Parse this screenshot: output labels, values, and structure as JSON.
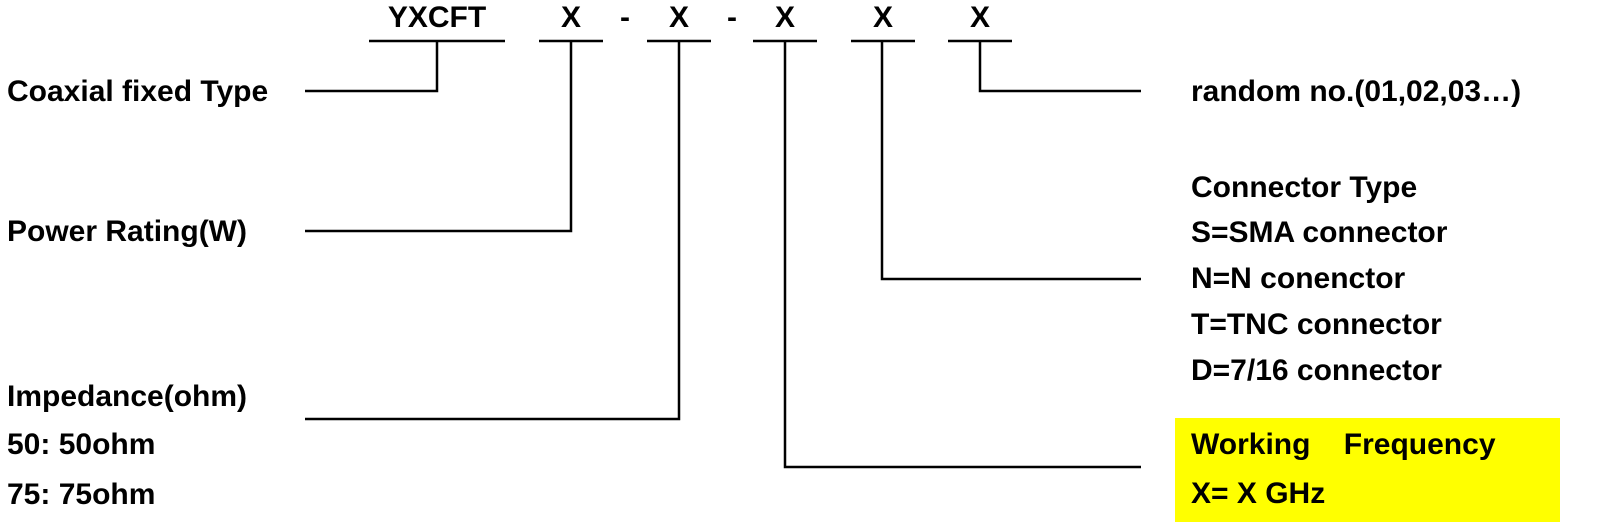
{
  "code": {
    "prefix": "YXCFT",
    "field1": "X",
    "sep1": "-",
    "field2": "X",
    "sep2": "-",
    "field3": "X",
    "field4": "X",
    "field5": "X"
  },
  "left_labels": {
    "type": "Coaxial fixed Type",
    "power": "Power Rating(W)",
    "impedance_title": "Impedance(ohm)",
    "impedance_50": "50: 50ohm",
    "impedance_75": "75: 75ohm"
  },
  "right_labels": {
    "random": "random no.(01,02,03…)",
    "connector_title": "Connector Type",
    "connector_s": "S=SMA connector",
    "connector_n": "N=N conenctor",
    "connector_t": "T=TNC connector",
    "connector_d": "D=7/16 connector",
    "freq_title": "Working    Frequency",
    "freq_value": "X= X GHz"
  },
  "colors": {
    "highlight": "#ffff00",
    "line": "#000000"
  }
}
